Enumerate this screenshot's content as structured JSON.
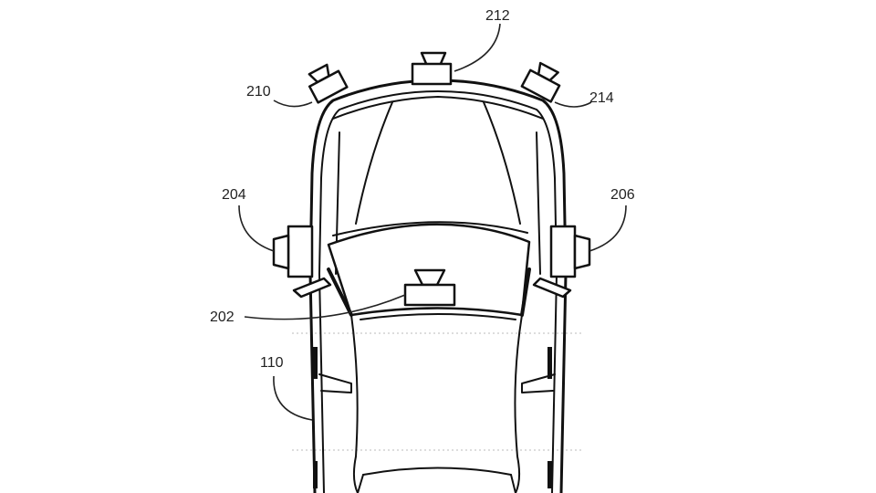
{
  "labels": {
    "camera_front_center": "212",
    "camera_front_left": "210",
    "camera_front_right": "214",
    "camera_left": "204",
    "camera_right": "206",
    "camera_interior": "202",
    "vehicle": "110"
  }
}
